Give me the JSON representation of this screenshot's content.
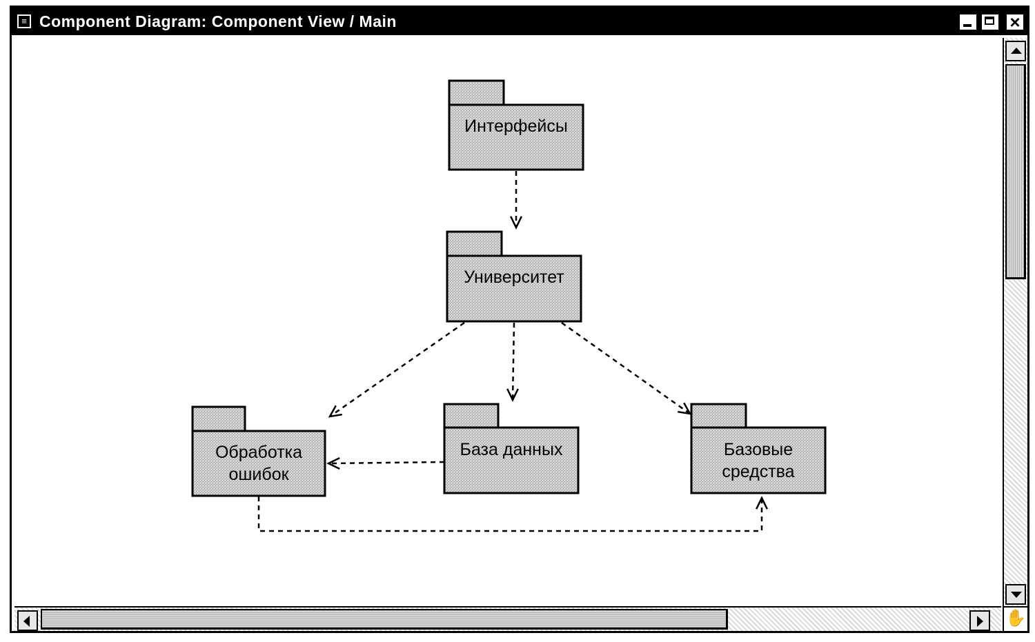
{
  "window": {
    "title": "Component Diagram: Component View / Main",
    "icon": "diagram-icon"
  },
  "diagram": {
    "packages": [
      {
        "id": "interfaces",
        "name": "pkg-interfaces",
        "lines": [
          "Интерфейсы"
        ]
      },
      {
        "id": "university",
        "name": "pkg-university",
        "lines": [
          "Университет"
        ]
      },
      {
        "id": "errors",
        "name": "pkg-error-handling",
        "lines": [
          "Обработка",
          "ошибок"
        ]
      },
      {
        "id": "database",
        "name": "pkg-database",
        "lines": [
          "База данных"
        ]
      },
      {
        "id": "base",
        "name": "pkg-base-tools",
        "lines": [
          "Базовые",
          "средства"
        ]
      }
    ],
    "dependencies": [
      {
        "from": "interfaces",
        "to": "university"
      },
      {
        "from": "university",
        "to": "errors"
      },
      {
        "from": "university",
        "to": "database"
      },
      {
        "from": "university",
        "to": "base"
      },
      {
        "from": "database",
        "to": "errors"
      },
      {
        "from": "errors",
        "to": "base"
      }
    ]
  },
  "colors": {
    "package_fill": "#cfcfcf",
    "stroke": "#000000"
  }
}
